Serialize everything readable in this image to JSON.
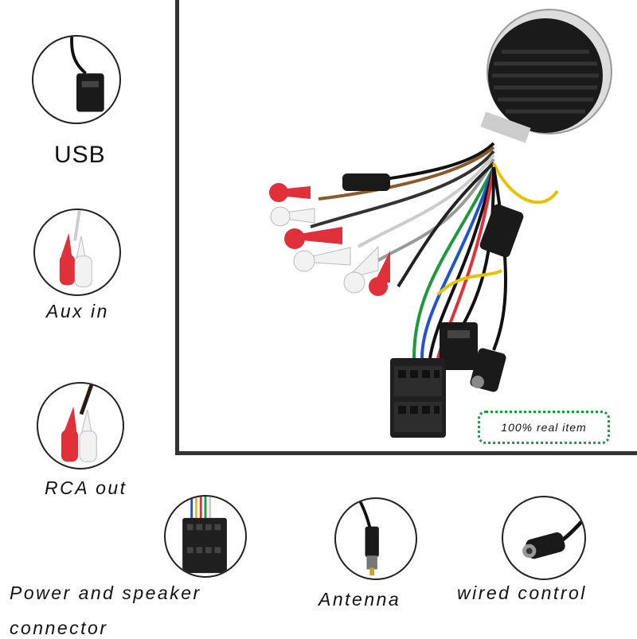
{
  "features": {
    "usb": {
      "label": "USB",
      "icon": "usb-connector-icon"
    },
    "aux_in": {
      "label": "Aux in",
      "icon": "rca-plugs-icon"
    },
    "rca_out": {
      "label": "RCA out",
      "icon": "rca-plugs-icon"
    },
    "power_speaker": {
      "label_line1": "Power and speaker",
      "label_line2": "connector",
      "icon": "iso-connector-icon"
    },
    "antenna": {
      "label": "Antenna",
      "icon": "antenna-plug-icon"
    },
    "wired_control": {
      "label": "wired control",
      "icon": "jack-socket-icon"
    }
  },
  "badge": {
    "text": "100% real item",
    "color": "#1c9a3c"
  },
  "colors": {
    "red_plug": "#e0303a",
    "white_plug": "#f2f2f2",
    "frame": "#333333"
  }
}
